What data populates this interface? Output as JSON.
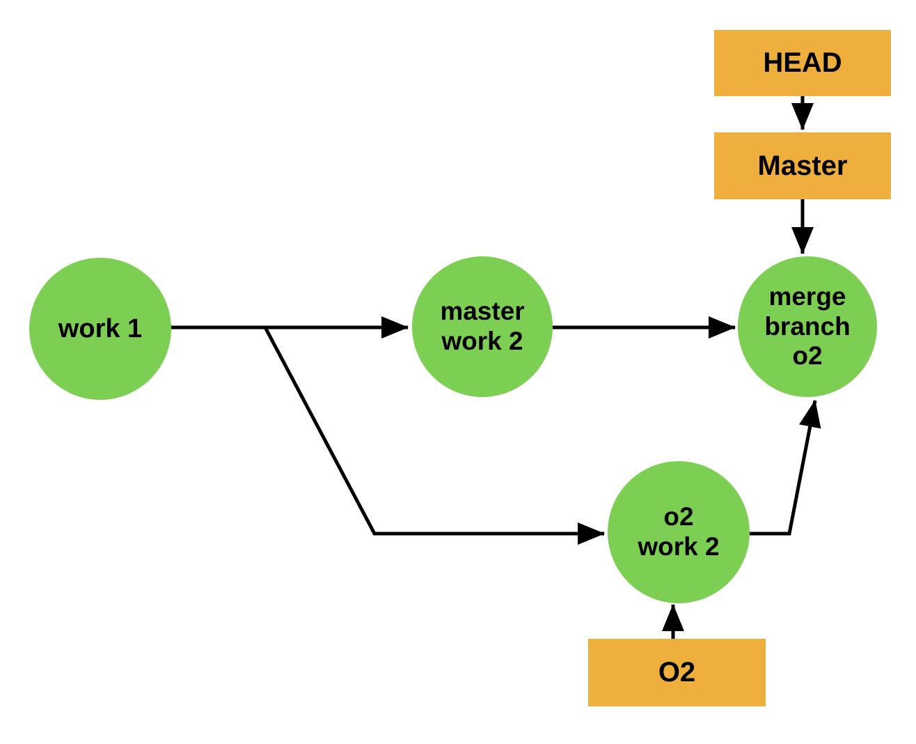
{
  "diagram": {
    "title": "Git branch merge diagram",
    "background_color": "#ffffff",
    "colors": {
      "commit_node": "#7dcf54",
      "ref_label": "#efaf3c",
      "edge": "#000000",
      "text": "#000000"
    },
    "nodes": [
      {
        "id": "work1",
        "label": "work 1",
        "shape": "circle",
        "fill": "#7dcf54"
      },
      {
        "id": "master_work2",
        "label": "master\nwork 2",
        "shape": "circle",
        "fill": "#7dcf54"
      },
      {
        "id": "merge_branch_o2",
        "label": "merge\nbranch\no2",
        "shape": "circle",
        "fill": "#7dcf54"
      },
      {
        "id": "o2_work2",
        "label": "o2\nwork 2",
        "shape": "circle",
        "fill": "#7dcf54"
      },
      {
        "id": "head",
        "label": "HEAD",
        "shape": "rect",
        "fill": "#efaf3c"
      },
      {
        "id": "master_ref",
        "label": "Master",
        "shape": "rect",
        "fill": "#efaf3c"
      },
      {
        "id": "o2_ref",
        "label": "O2",
        "shape": "rect",
        "fill": "#efaf3c"
      }
    ],
    "edges": [
      {
        "id": "head-to-master",
        "from": "head",
        "to": "master_ref",
        "arrow": true,
        "style": "straight"
      },
      {
        "id": "master-to-merge",
        "from": "master_ref",
        "to": "merge_branch_o2",
        "arrow": true,
        "style": "straight"
      },
      {
        "id": "work1-to-fork",
        "from": "work1",
        "to": "fork",
        "arrow": false,
        "style": "straight"
      },
      {
        "id": "fork-to-master-work2",
        "from": "fork",
        "to": "master_work2",
        "arrow": true,
        "style": "straight"
      },
      {
        "id": "fork-to-o2-work2",
        "from": "fork",
        "to": "o2_work2",
        "arrow": true,
        "style": "elbow"
      },
      {
        "id": "master-work2-to-merge",
        "from": "master_work2",
        "to": "merge_branch_o2",
        "arrow": true,
        "style": "straight"
      },
      {
        "id": "o2-work2-to-merge",
        "from": "o2_work2",
        "to": "merge_branch_o2",
        "arrow": true,
        "style": "elbow"
      },
      {
        "id": "o2-ref-to-o2-work2",
        "from": "o2_ref",
        "to": "o2_work2",
        "arrow": true,
        "style": "straight"
      }
    ]
  }
}
